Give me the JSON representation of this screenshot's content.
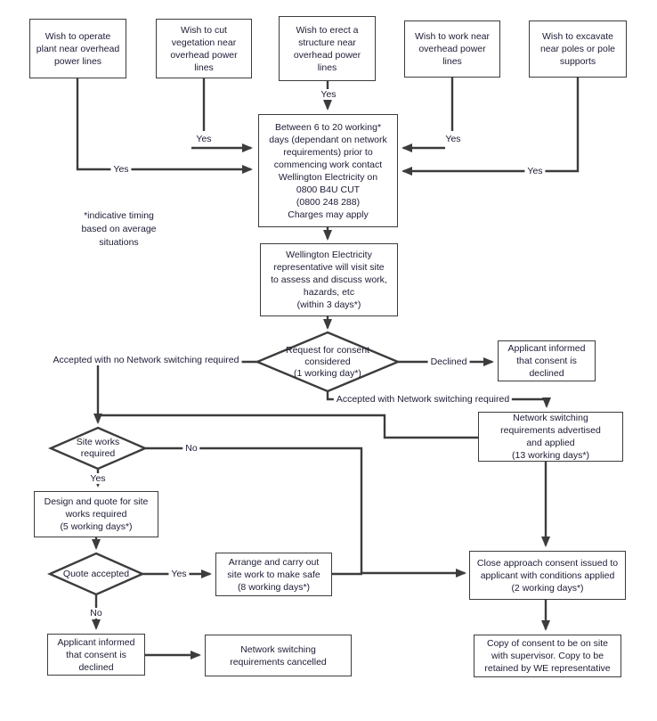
{
  "title": "Wellington Electricity close approach consent flowchart",
  "colors": {
    "background": "#ffffff",
    "line": "#3c3c3c",
    "box_border": "#3c3c3c",
    "text": "#1c1c35"
  },
  "nodes": {
    "wish_operate_plant": {
      "text": "Wish to operate\nplant near overhead\npower lines"
    },
    "wish_cut_vegetation": {
      "text": "Wish to cut\nvegetation near\noverhead power\nlines"
    },
    "wish_erect_structure": {
      "text": "Wish to erect a\nstructure near\noverhead power\nlines"
    },
    "wish_work_near": {
      "text": "Wish to work near\noverhead power\nlines"
    },
    "wish_excavate": {
      "text": "Wish to excavate\nnear poles or pole\nsupports"
    },
    "contact_we": {
      "text": "Between 6 to 20 working*\ndays (dependant on network\nrequirements)  prior to\ncommencing work contact\nWellington Electricity on\n0800 B4U CUT\n(0800 248 288)\nCharges may apply"
    },
    "site_visit": {
      "text": "Wellington Electricity\nrepresentative will visit site\nto assess and discuss work,\nhazards, etc\n(within 3 days*)"
    },
    "consent_considered": {
      "text": "Request for consent\nconsidered\n(1 working day*)"
    },
    "declined_top": {
      "text": "Applicant informed\nthat consent is\ndeclined"
    },
    "network_switching": {
      "text": "Network switching\nrequirements advertised\nand applied\n(13 working days*)"
    },
    "site_works_required": {
      "text": "Site works\nrequired"
    },
    "design_quote": {
      "text": "Design and quote for site\nworks required\n(5 working days*)"
    },
    "quote_accepted": {
      "text": "Quote accepted"
    },
    "arrange_site_work": {
      "text": "Arrange and carry out\nsite work to make safe\n(8 working days*)"
    },
    "close_approach_consent": {
      "text": "Close approach consent issued to\napplicant with conditions applied\n(2 working days*)"
    },
    "declined_bottom": {
      "text": "Applicant informed\nthat consent is\ndeclined"
    },
    "switching_cancelled": {
      "text": "Network switching\nrequirements cancelled"
    },
    "copy_of_consent": {
      "text": "Copy of consent to be on site\nwith supervisor. Copy to be\nretained by WE representative"
    }
  },
  "edge_labels": {
    "yes_operate": "Yes",
    "yes_vegetation": "Yes",
    "yes_structure": "Yes",
    "yes_work": "Yes",
    "yes_excavate": "Yes",
    "accepted_no_switching": "Accepted with no Network switching required",
    "declined": "Declined",
    "accepted_with_switching": "Accepted with Network switching required",
    "site_works_no": "No",
    "site_works_yes": "Yes",
    "quote_yes": "Yes",
    "quote_no": "No"
  },
  "note": {
    "text": "*indicative timing\nbased on average\nsituations"
  }
}
